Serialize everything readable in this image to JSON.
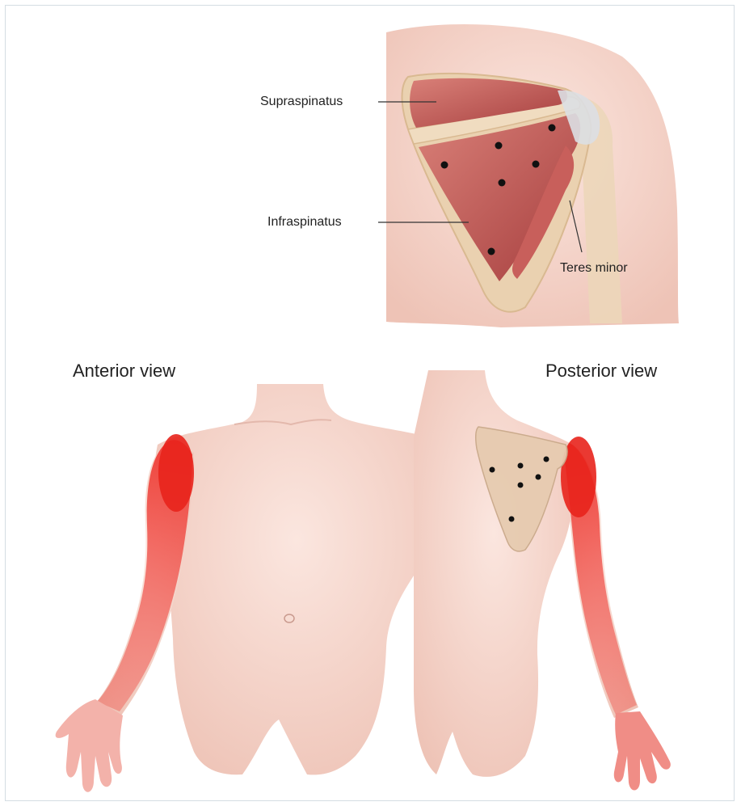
{
  "labels": {
    "supraspinatus": "Supraspinatus",
    "infraspinatus": "Infraspinatus",
    "teres_minor": "Teres minor"
  },
  "views": {
    "anterior": "Anterior view",
    "posterior": "Posterior view"
  },
  "colors": {
    "skin": "#f6d8cf",
    "skin_shade": "#e9bfb3",
    "muscle": "#b84a4a",
    "muscle_light": "#d57a72",
    "pain": "#e83a34",
    "bone": "#ead1b0",
    "dot": "#111111"
  }
}
